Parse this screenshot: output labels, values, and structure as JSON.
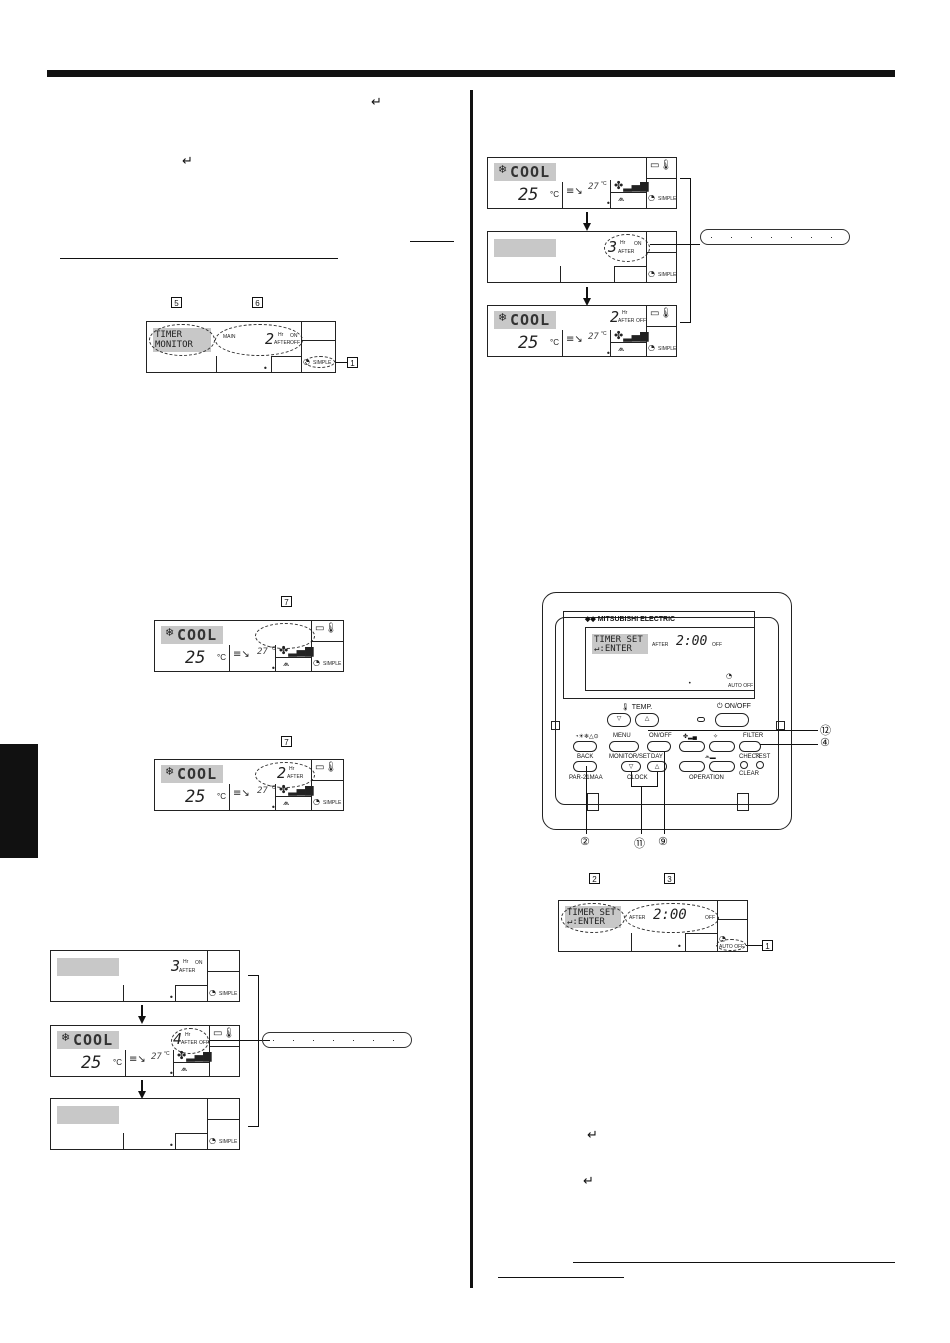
{
  "lcd": {
    "mode": "COOL",
    "set_temp": "25",
    "temp_unit": "°C",
    "room_temp": "27",
    "room_temp_unit": "°C",
    "simple": "SIMPLE",
    "auto_off": "AUTO OFF",
    "hr": "Hr",
    "on": "ON",
    "off": "OFF",
    "after": "AFTER",
    "timer_monitor_line1": "TIMER",
    "timer_monitor_line2": "MONITOR",
    "timer_set_line1": "TIMER SET",
    "timer_set_line2": "↵:ENTER",
    "hours_2": "2",
    "hours_3": "3",
    "hours_4": "4",
    "time_200": "2:00"
  },
  "labels": {
    "b1": "1",
    "b2": "2",
    "b3": "3",
    "b5": "5",
    "b6": "6",
    "b7": "7"
  },
  "remote": {
    "brand": "MITSUBISHI ELECTRIC",
    "temp": "TEMP.",
    "on_off": "ON/OFF",
    "menu": "MENU",
    "on_off_small": "ON/OFF",
    "filter": "FILTER",
    "back": "BACK",
    "monitor_set": "MONITOR/SET",
    "day": "DAY",
    "check": "CHECK",
    "test": "TEST",
    "par_1maa": "PAR-21MAA",
    "clock": "CLOCK",
    "operation": "OPERATION",
    "clear": "CLEAR"
  },
  "callouts": {
    "c2": "②",
    "c4": "④",
    "c9": "⑨",
    "c11": "⑪",
    "c12": "⑫"
  },
  "icons": {
    "enter": "enter-icon",
    "arrow_down": "arrow-down-icon"
  }
}
